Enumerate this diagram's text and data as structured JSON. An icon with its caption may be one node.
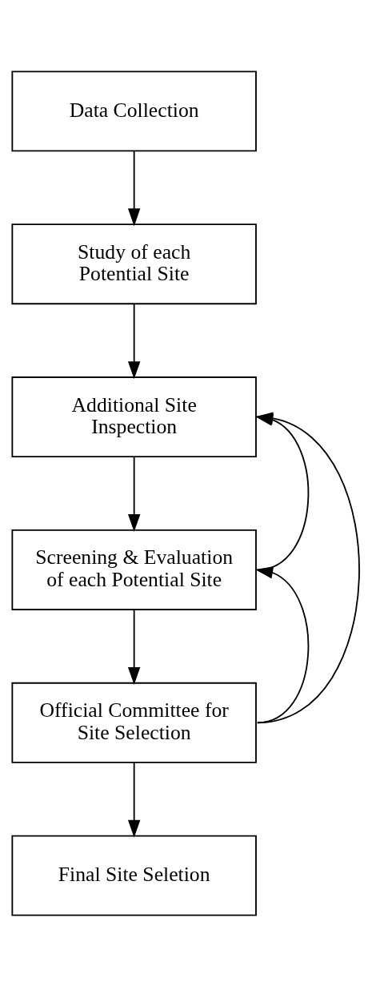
{
  "diagram": {
    "nodes": [
      {
        "text": [
          "Data Collection"
        ]
      },
      {
        "text": [
          "Study of each Potential Site"
        ]
      },
      {
        "text": [
          "Additional Site Inspection"
        ]
      },
      {
        "text": [
          "Screening & Evaluation of each Potential Site"
        ]
      },
      {
        "text": [
          "Official Committee for Site Selection"
        ]
      },
      {
        "text": [
          "Final Site Seletion"
        ]
      }
    ],
    "edges": [
      {
        "from": 0,
        "to": 1,
        "arrow": "to"
      },
      {
        "from": 1,
        "to": 2,
        "arrow": "to"
      },
      {
        "from": 2,
        "to": 3,
        "arrow": "to"
      },
      {
        "from": 3,
        "to": 2,
        "arrow": "to"
      },
      {
        "from": 4,
        "to": 2,
        "arrow": "to"
      },
      {
        "from": 4,
        "to": 3,
        "arrow": "to"
      },
      {
        "from": 3,
        "to": 4,
        "arrow": "to"
      },
      {
        "from": 4,
        "to": 5,
        "arrow": "to"
      }
    ]
  }
}
